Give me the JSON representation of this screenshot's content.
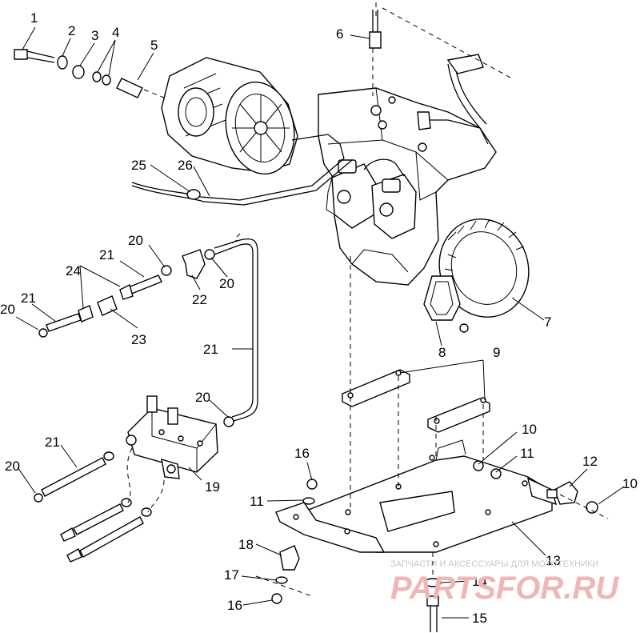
{
  "callouts": {
    "c1": "1",
    "c2": "2",
    "c3": "3",
    "c4": "4",
    "c5": "5",
    "c6": "6",
    "c7": "7",
    "c8": "8",
    "c9": "9",
    "c10a": "10",
    "c10b": "10",
    "c11a": "11",
    "c11b": "11",
    "c12": "12",
    "c13": "13",
    "c14": "14",
    "c15": "15",
    "c16a": "16",
    "c16b": "16",
    "c17": "17",
    "c18": "18",
    "c19": "19",
    "c20a": "20",
    "c20b": "20",
    "c20c": "20",
    "c20d": "20",
    "c20e": "20",
    "c21a": "21",
    "c21b": "21",
    "c21c": "21",
    "c21d": "21",
    "c22": "22",
    "c23": "23",
    "c24": "24",
    "c25": "25",
    "c26": "26"
  },
  "watermark": {
    "tagline": "ЗАПЧАСТИ И АКСЕССУАРЫ ДЛЯ МОТОТЕХНИКИ",
    "brand": "PARTSFOR.RU"
  }
}
